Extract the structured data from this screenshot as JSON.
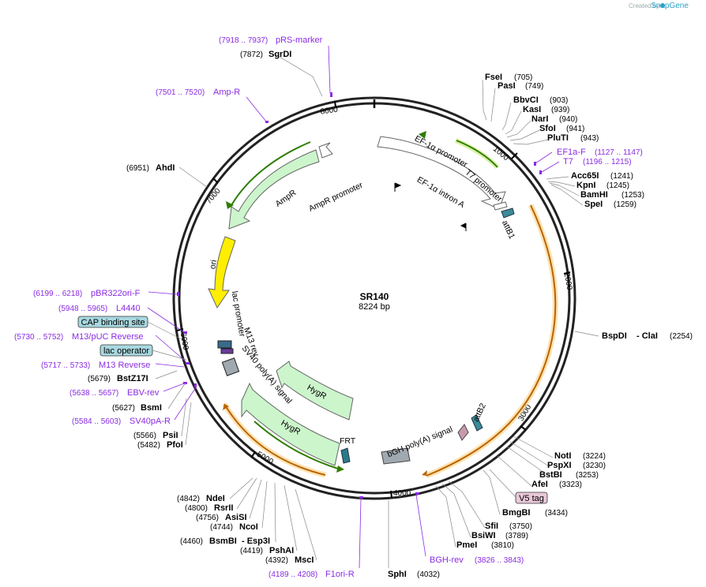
{
  "header": {
    "credit": "Created by",
    "brand": "SnapGene"
  },
  "plasmid": {
    "name": "SR140",
    "length_label": "8224 bp"
  },
  "ticks": [
    "1000",
    "2000",
    "3000",
    "4000",
    "5000",
    "6000",
    "7000",
    "8000"
  ],
  "sites_right": [
    {
      "name": "FseI",
      "pos": "(705)"
    },
    {
      "name": "PasI",
      "pos": "(749)"
    },
    {
      "name": "BbvCI",
      "pos": "(903)"
    },
    {
      "name": "KasI",
      "pos": "(939)"
    },
    {
      "name": "NarI",
      "pos": "(940)"
    },
    {
      "name": "SfoI",
      "pos": "(941)"
    },
    {
      "name": "PluTI",
      "pos": "(943)"
    },
    {
      "name": "Acc65I",
      "pos": "(1241)"
    },
    {
      "name": "KpnI",
      "pos": "(1245)"
    },
    {
      "name": "BamHI",
      "pos": "(1253)"
    },
    {
      "name": "SpeI",
      "pos": "(1259)"
    },
    {
      "name": "BspDI",
      "name2": "- ClaI",
      "pos": "(2254)"
    },
    {
      "name": "NotI",
      "pos": "(3224)"
    },
    {
      "name": "PspXI",
      "pos": "(3230)"
    },
    {
      "name": "BstBI",
      "pos": "(3253)"
    },
    {
      "name": "AfeI",
      "pos": "(3323)"
    },
    {
      "name": "BmgBI",
      "pos": "(3434)"
    },
    {
      "name": "SfiI",
      "pos": "(3750)"
    },
    {
      "name": "BsiWI",
      "pos": "(3789)"
    },
    {
      "name": "PmeI",
      "pos": "(3810)"
    },
    {
      "name": "SphI",
      "pos": "(4032)"
    }
  ],
  "sites_left": [
    {
      "name": "SgrDI",
      "pos": "(7872)"
    },
    {
      "name": "AhdI",
      "pos": "(6951)"
    },
    {
      "name": "BstZ17I",
      "pos": "(5679)"
    },
    {
      "name": "BsmI",
      "pos": "(5627)"
    },
    {
      "name": "PsiI",
      "pos": "(5566)"
    },
    {
      "name": "PfoI",
      "pos": "(5482)"
    },
    {
      "name": "NdeI",
      "pos": "(4842)"
    },
    {
      "name": "RsrII",
      "pos": "(4800)"
    },
    {
      "name": "AsiSI",
      "pos": "(4756)"
    },
    {
      "name": "NcoI",
      "pos": "(4744)"
    },
    {
      "name": "BsmBI",
      "name2": "- Esp3I",
      "pos": "(4460)"
    },
    {
      "name": "PshAI",
      "pos": "(4419)"
    },
    {
      "name": "MscI",
      "pos": "(4392)"
    }
  ],
  "primers": [
    {
      "name": "pRS-marker",
      "range": "(7918 .. 7937)"
    },
    {
      "name": "Amp-R",
      "range": "(7501 .. 7520)"
    },
    {
      "name": "EF1a-F",
      "range": "(1127 .. 1147)"
    },
    {
      "name": "T7",
      "range": "(1196 .. 1215)"
    },
    {
      "name": "pBR322ori-F",
      "range": "(6199 .. 6218)"
    },
    {
      "name": "L4440",
      "range": "(5948 .. 5965)"
    },
    {
      "name": "M13/pUC Reverse",
      "range": "(5730 .. 5752)"
    },
    {
      "name": "M13 Reverse",
      "range": "(5717 .. 5733)"
    },
    {
      "name": "EBV-rev",
      "range": "(5638 .. 5657)"
    },
    {
      "name": "SV40pA-R",
      "range": "(5584 .. 5603)"
    },
    {
      "name": "BGH-rev",
      "range": "(3826 .. 3843)"
    },
    {
      "name": "F1ori-R",
      "range": "(4189 .. 4208)"
    }
  ],
  "boxed_features": [
    "CAP binding site",
    "lac operator",
    "V5 tag"
  ],
  "features": [
    "EF-1α promoter",
    "T7 promoter",
    "EF-1α intron A",
    "attB1",
    "AmpR",
    "AmpR promoter",
    "ori",
    "lac promoter",
    "M13 rev",
    "SV40 poly(A) signal",
    "HygR",
    "HygR",
    "FRT",
    "bGH poly(A) signal",
    "attB2"
  ],
  "colors": {
    "primer": "#8a2be2",
    "green": "#2e7d00",
    "orange": "#e07b00",
    "yellow": "#ffee00",
    "gray": "#a0a8b0",
    "box": "#a8d8e0",
    "v5": "#e8c8d8"
  }
}
